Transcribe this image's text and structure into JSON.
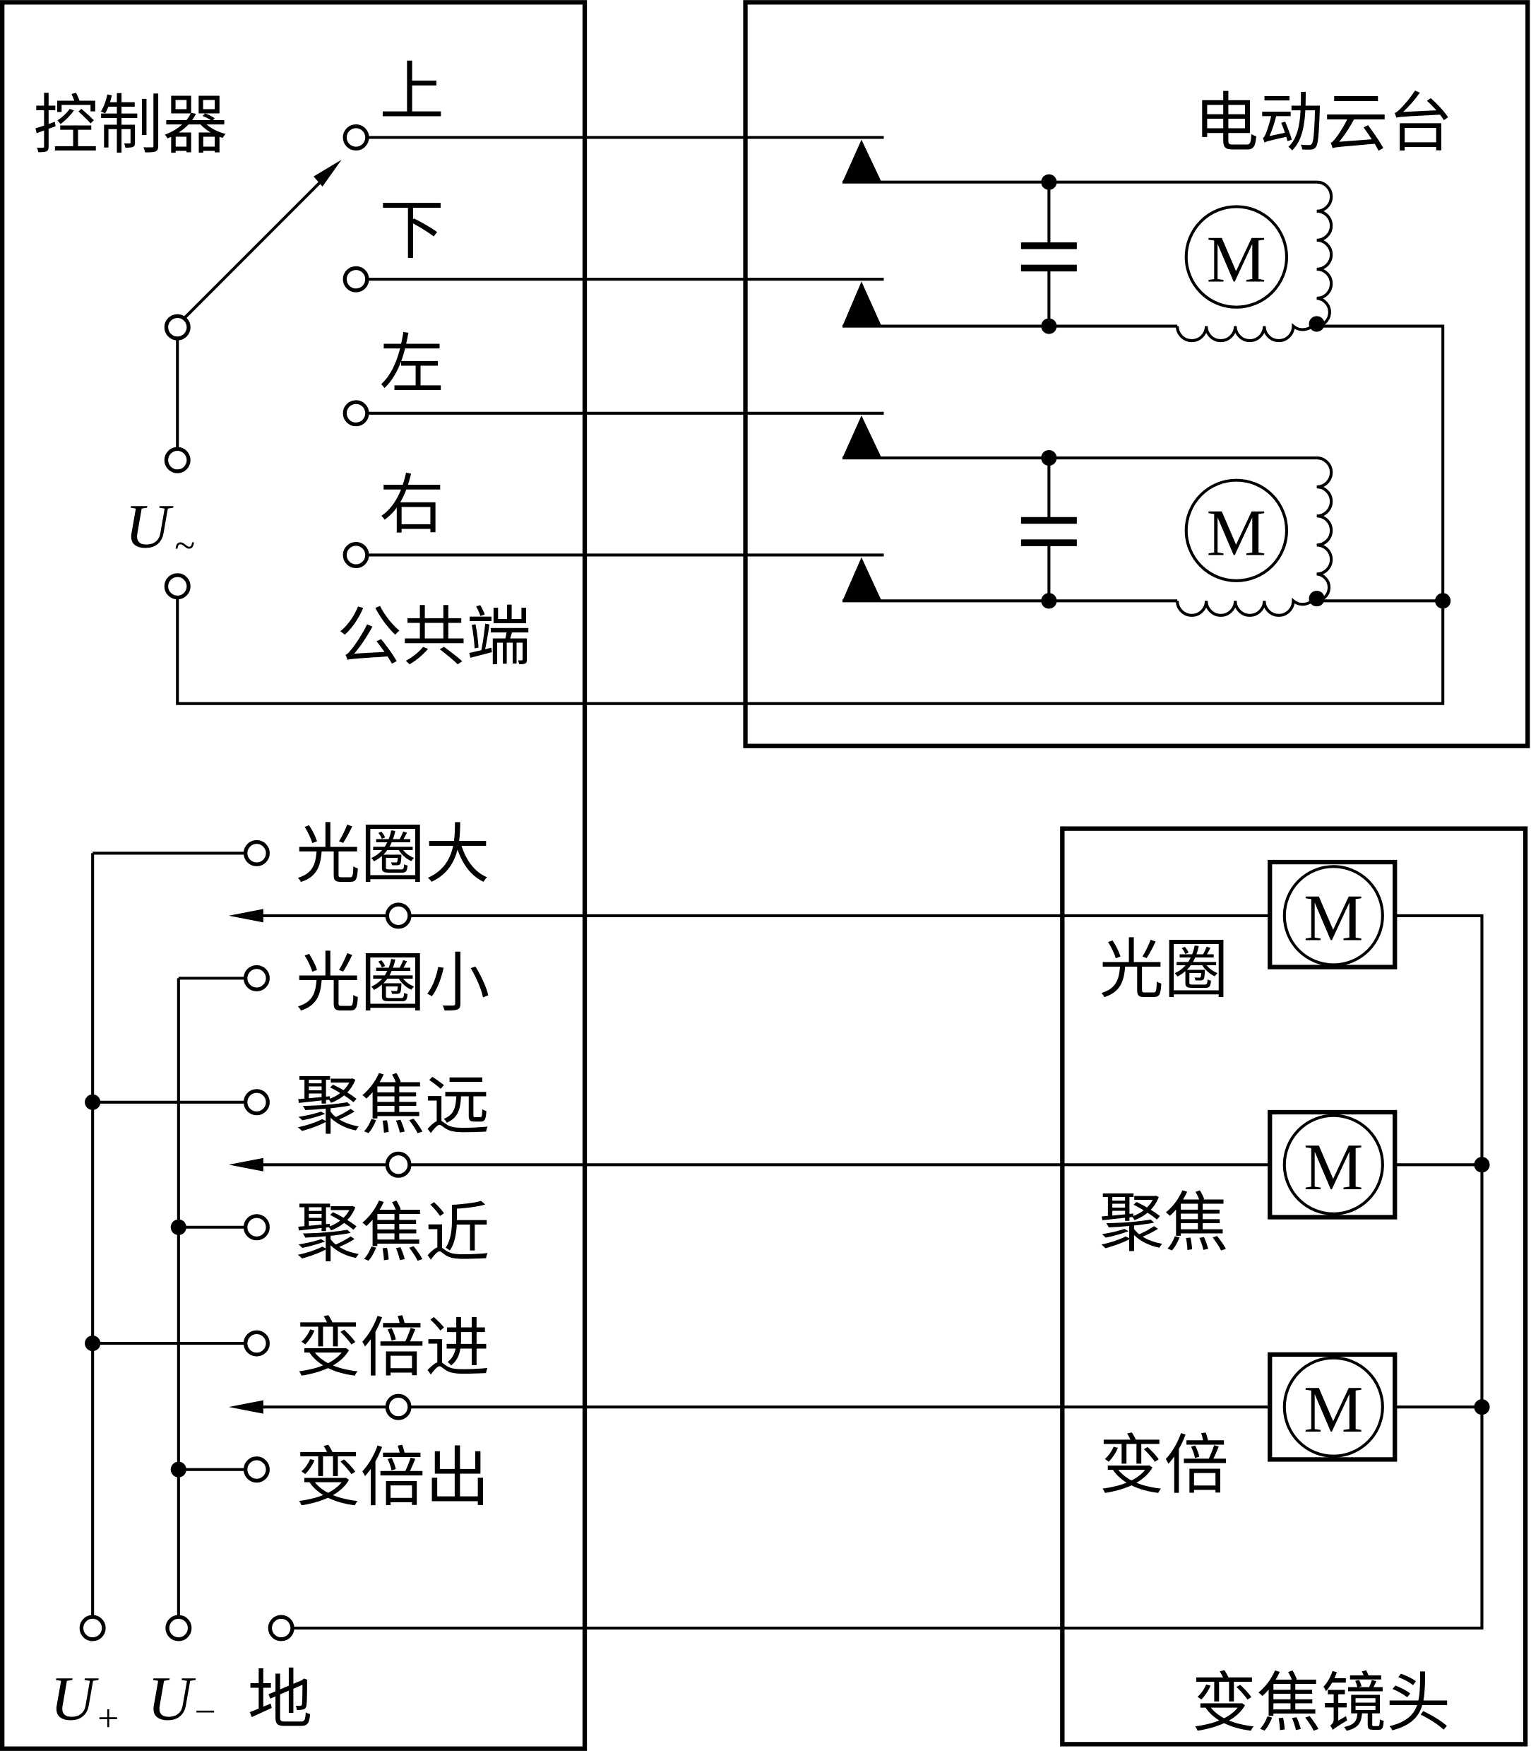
{
  "controller": {
    "title": "控制器",
    "ac_supply": {
      "symbol": "U",
      "subscript": "~"
    },
    "switch_positions": [
      "上",
      "下",
      "左",
      "右"
    ],
    "common_label": "公共端",
    "lens_controls": [
      "光圈大",
      "光圈小",
      "聚焦远",
      "聚焦近",
      "变倍进",
      "变倍出"
    ],
    "dc_terminals": [
      {
        "symbol": "U",
        "subscript": "+"
      },
      {
        "symbol": "U",
        "subscript": "−"
      },
      {
        "symbol": "地",
        "subscript": ""
      }
    ]
  },
  "ptz": {
    "title": "电动云台",
    "motors": [
      {
        "label": "M"
      },
      {
        "label": "M"
      }
    ]
  },
  "zoom_lens": {
    "title": "变焦镜头",
    "motors": [
      {
        "name": "光圈",
        "label": "M"
      },
      {
        "name": "聚焦",
        "label": "M"
      },
      {
        "name": "变倍",
        "label": "M"
      }
    ]
  }
}
